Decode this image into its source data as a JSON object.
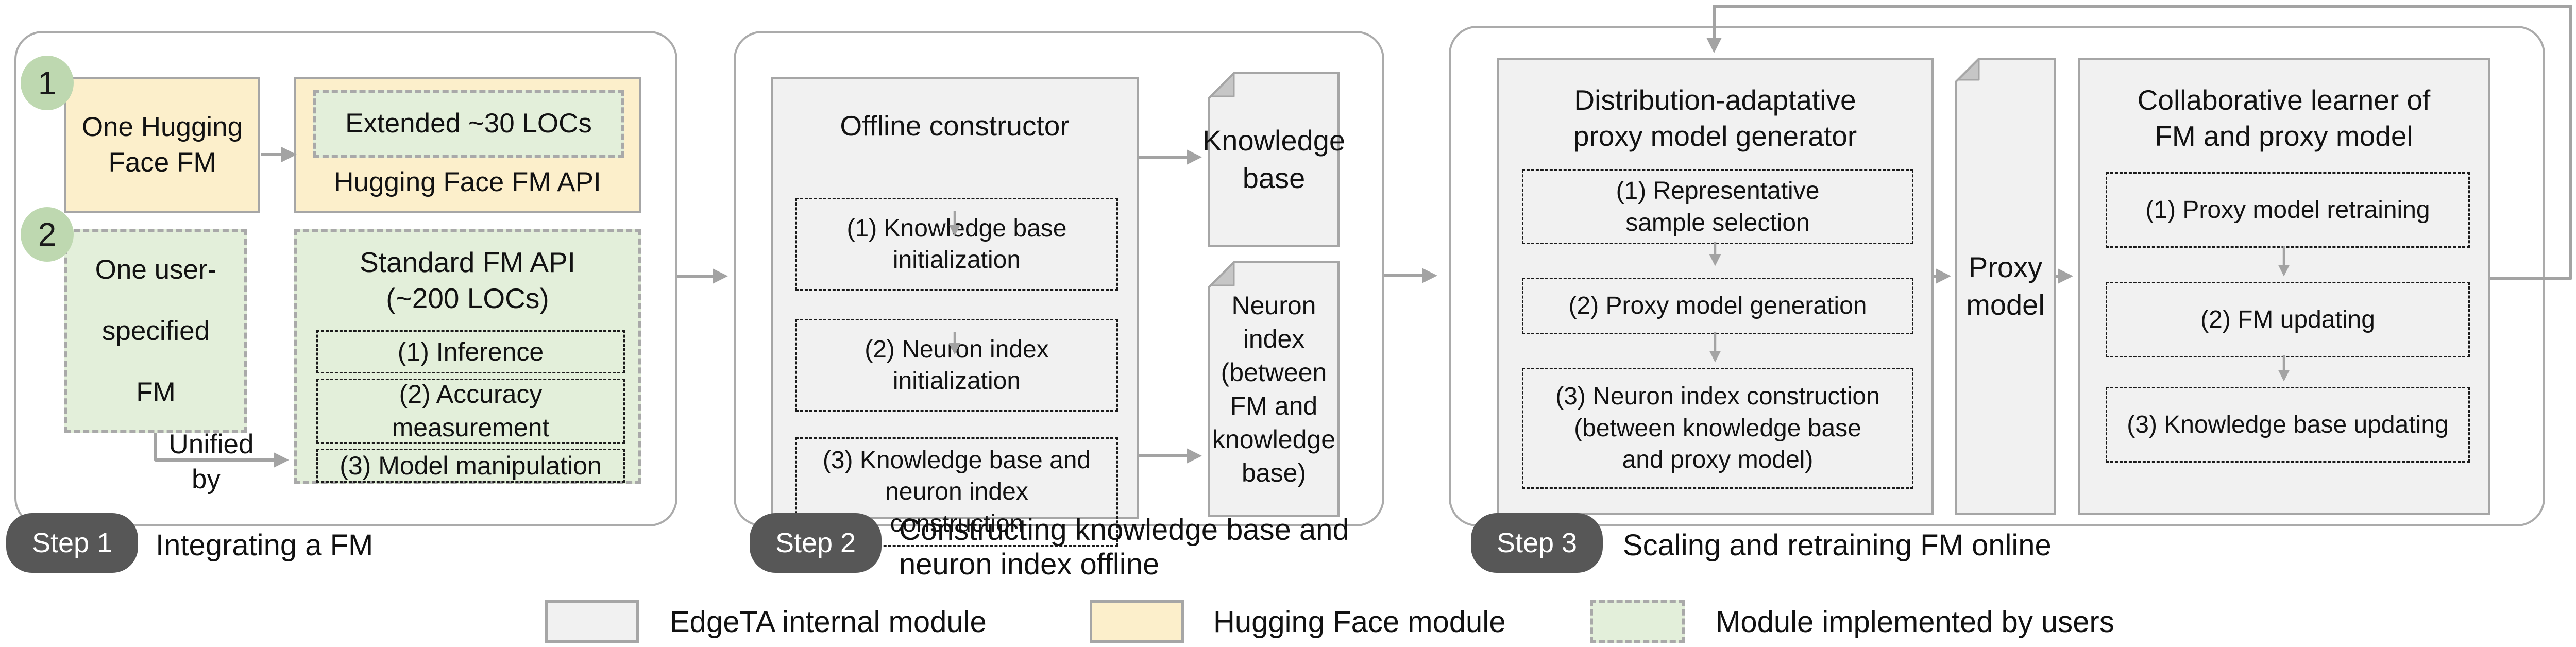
{
  "colors": {
    "panel_border": "#ababab",
    "line_gray": "#a3a3a3",
    "module_gray_fill": "#f1f1f1",
    "hugging_face_yellow": "#fcefcb",
    "user_module_green": "#e3efda",
    "badge_green": "#bed8b0",
    "step_pill_gray": "#575757",
    "text": "#121212"
  },
  "step1": {
    "badge1": "1",
    "badge2": "2",
    "hf_fm_box": "One Hugging\nFace FM",
    "extended_box": "Extended ~30 LOCs",
    "hf_api_label": "Hugging Face FM API",
    "user_fm_box": "One user-\nspecified\nFM",
    "standard_api_title": "Standard FM API\n(~200 LOCs)",
    "standard_api_items": [
      "(1) Inference",
      "(2) Accuracy\nmeasurement",
      "(3) Model manipulation"
    ],
    "unified_label": "Unified",
    "by_label": "by",
    "pill": "Step 1",
    "caption": "Integrating a FM"
  },
  "step2": {
    "constructor_title": "Offline constructor",
    "constructor_items": [
      "(1) Knowledge base\ninitialization",
      "(2) Neuron index\ninitialization",
      "(3) Knowledge base and\nneuron index\nconstruction"
    ],
    "knowledge_base_doc": "Knowledge\nbase",
    "neuron_index_doc": "Neuron\nindex\n(between\nFM and\nknowledge\nbase)",
    "pill": "Step 2",
    "caption": "Constructing knowledge base and\nneuron index offline"
  },
  "step3": {
    "generator_title": "Distribution-adaptative\nproxy model generator",
    "generator_items": [
      "(1) Representative\nsample selection",
      "(2) Proxy model generation",
      "(3) Neuron index construction\n(between knowledge base\nand proxy model)"
    ],
    "proxy_doc": "Proxy\nmodel",
    "learner_title": "Collaborative learner of\nFM and proxy model",
    "learner_items": [
      "(1) Proxy model retraining",
      "(2) FM updating",
      "(3) Knowledge base updating"
    ],
    "pill": "Step 3",
    "caption": "Scaling and retraining FM online"
  },
  "legend": {
    "items": [
      {
        "swatch": "gray",
        "label": "EdgeTA internal module"
      },
      {
        "swatch": "yellow",
        "label": "Hugging Face module"
      },
      {
        "swatch": "green-dashed",
        "label": "Module implemented by users"
      }
    ]
  }
}
